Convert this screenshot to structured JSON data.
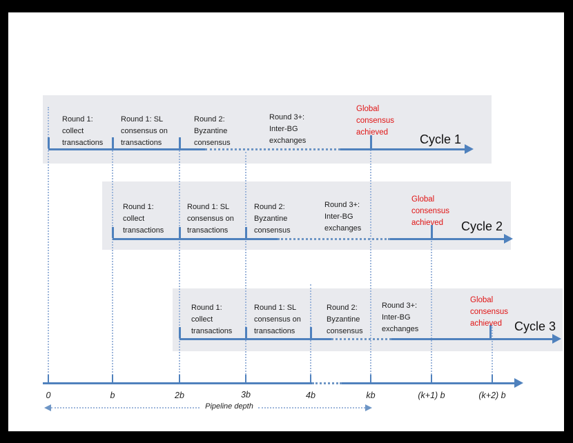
{
  "colors": {
    "accent_blue": "#4f81bd",
    "dotted_blue": "#6d95c5",
    "guide_blue": "#9cb5da",
    "band_background": "#e9eaee",
    "milestone_red": "#e01414",
    "text": "#1b1b1b"
  },
  "cycles": [
    {
      "name": "Cycle 1",
      "rounds": [
        "Round 1:\ncollect\ntransactions",
        "Round 1: SL\nconsensus on\ntransactions",
        "Round 2:\nByzantine\nconsensus",
        "Round 3+:\nInter-BG\nexchanges"
      ],
      "milestone": "Global\nconsensus\nachieved"
    },
    {
      "name": "Cycle 2",
      "rounds": [
        "Round 1:\ncollect\ntransactions",
        "Round 1: SL\nconsensus on\ntransactions",
        "Round 2:\nByzantine\nconsensus",
        "Round 3+:\nInter-BG\nexchanges"
      ],
      "milestone": "Global\nconsensus\nachieved"
    },
    {
      "name": "Cycle 3",
      "rounds": [
        "Round 1:\ncollect\ntransactions",
        "Round 1: SL\nconsensus on\ntransactions",
        "Round 2:\nByzantine\nconsensus",
        "Round 3+:\nInter-BG\nexchanges"
      ],
      "milestone": "Global\nconsensus\nachieved"
    }
  ],
  "axis": {
    "tick_labels": [
      "0",
      "b",
      "2b",
      "3b",
      "4b",
      "kb",
      "(k+1) b",
      "(k+2) b"
    ],
    "caption": "Pipeline depth"
  }
}
